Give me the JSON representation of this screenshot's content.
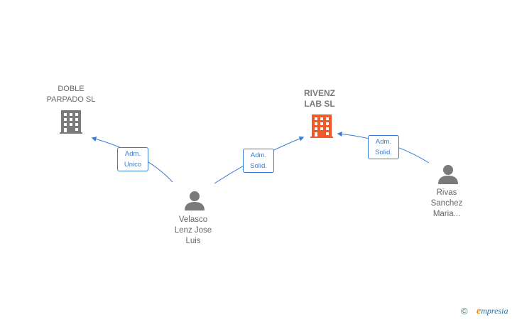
{
  "nodes": {
    "doble_parpado": {
      "label": "DOBLE\nPARPADO SL"
    },
    "rivenz_lab": {
      "label": "RIVENZ\nLAB  SL"
    },
    "velasco": {
      "label": "Velasco\nLenz Jose\nLuis"
    },
    "rivas": {
      "label": "Rivas\nSanchez\nMaria..."
    }
  },
  "edges": {
    "velasco_doble": {
      "label": "Adm.\nUnico"
    },
    "velasco_rivenz": {
      "label": "Adm.\nSolid."
    },
    "rivas_rivenz": {
      "label": "Adm.\nSolid."
    }
  },
  "footer": {
    "copyright": "©",
    "brand_initial": "e",
    "brand_rest": "mpresia"
  },
  "colors": {
    "edge": "#3a7bd5",
    "building_main": "#f05a28",
    "building_other": "#7a7a7a",
    "person": "#7a7a7a"
  },
  "icons": {
    "company": "building-icon",
    "person": "person-icon"
  }
}
